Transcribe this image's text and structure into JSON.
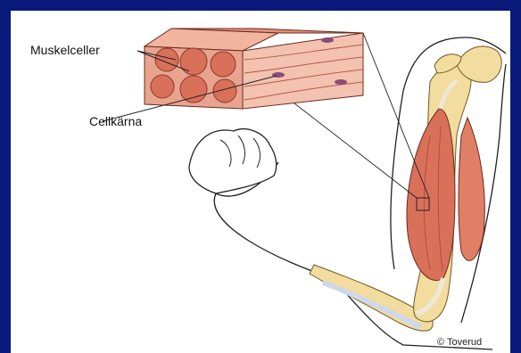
{
  "labels": {
    "muscle_cells": "Muskelceller",
    "cell_nucleus": "Cellkärna"
  },
  "credit": "© Toverud",
  "colors": {
    "background": "#0a1a7a",
    "panel": "#ffffff",
    "muscle": "#d9705a",
    "muscle_light": "#f1b49f",
    "bone": "#f2dc9e",
    "tendon": "#ede7d4",
    "nucleus": "#8a4b78",
    "outline": "#222222"
  }
}
